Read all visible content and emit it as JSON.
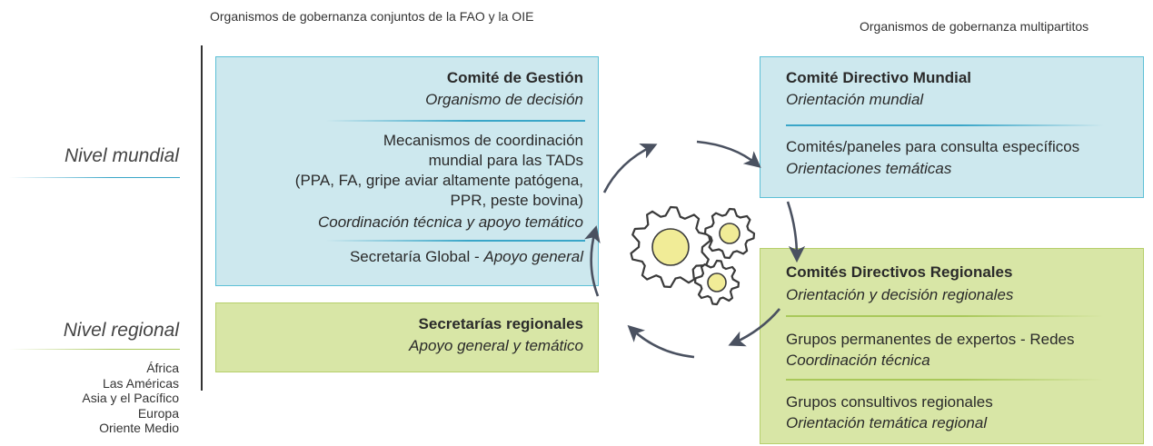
{
  "headers": {
    "left": "Organismos de gobernanza conjuntos de la FAO y la OIE",
    "right": "Organismos de gobernanza multipartitos"
  },
  "levels": {
    "global": "Nivel mundial",
    "regional": "Nivel regional",
    "regions": [
      "África",
      "Las Américas",
      "Asia y el Pacífico",
      "Europa",
      "Oriente Medio"
    ]
  },
  "left_box": {
    "title": "Comité de Gestión",
    "subtitle": "Organismo de decisión",
    "mechanisms": [
      "Mecanismos de coordinación",
      "mundial para las TADs",
      "(PPA, FA, gripe aviar altamente patógena,",
      "PPR, peste bovina)"
    ],
    "mechanisms_role": "Coordinación técnica y apoyo temático",
    "secretariat": "Secretaría Global - ",
    "secretariat_role": "Apoyo general"
  },
  "regional_secretariats": {
    "title": "Secretarías regionales",
    "subtitle": "Apoyo general y temático"
  },
  "right_box": {
    "title": "Comité Directivo Mundial",
    "subtitle": "Orientación mundial",
    "committees": "Comités/paneles para consulta específicos",
    "committees_role": "Orientaciones temáticas"
  },
  "regional_committees": {
    "title": "Comités Directivos Regionales",
    "subtitle": "Orientación y decisión regionales",
    "groups": "Grupos permanentes de expertos - Redes",
    "groups_role": "Coordinación técnica",
    "consultative": "Grupos consultivos regionales",
    "consultative_role": "Orientación temática regional"
  },
  "colors": {
    "blue_fill": "#cde8ee",
    "green_fill": "#d8e6a6",
    "gear_fill": "#f1ec97",
    "arrow": "#4a5160"
  },
  "icons": [
    "gears-icon",
    "curved-arrow-icon"
  ]
}
